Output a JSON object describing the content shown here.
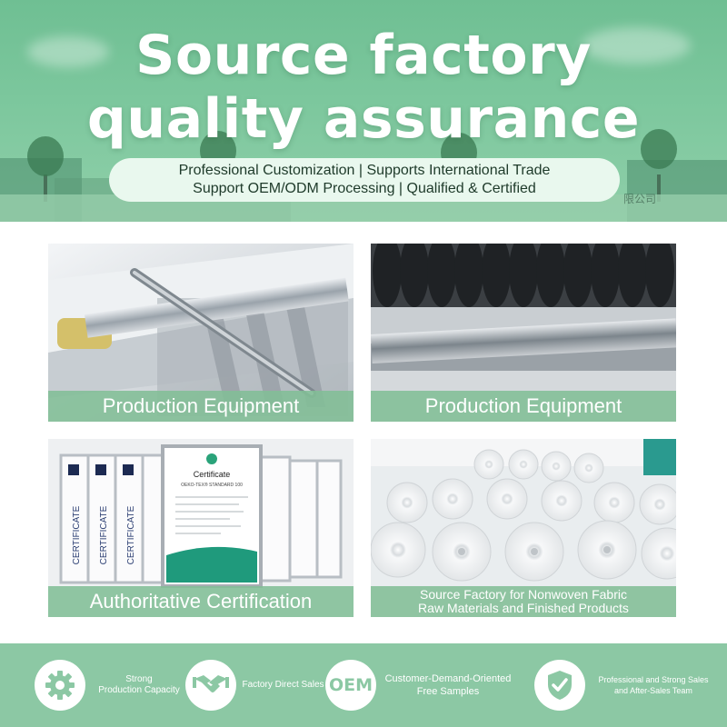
{
  "hero": {
    "title_line1": "Source factory",
    "title_line2": "quality assurance",
    "tagline_line1": "Professional Customization | Supports International Trade",
    "tagline_line2": "Support OEM/ODM Processing | Qualified & Certified",
    "background_sign": "限公司"
  },
  "tiles": [
    {
      "caption": "Production Equipment"
    },
    {
      "caption": "Production Equipment"
    },
    {
      "caption": "Authoritative Certification",
      "certificate_title": "Certificate",
      "certificate_subtitle": "OEKO-TEX® STANDARD 100",
      "vertical_label": "CERTIFICATE"
    },
    {
      "caption_line1": "Source Factory for Nonwoven Fabric",
      "caption_line2": "Raw Materials and Finished Products"
    }
  ],
  "features": [
    {
      "icon": "gear-icon",
      "label_line1": "Strong",
      "label_line2": "Production Capacity"
    },
    {
      "icon": "handshake-icon",
      "label_line1": "Factory Direct Sales",
      "label_line2": ""
    },
    {
      "icon": "oem-badge-icon",
      "icon_text": "OEM",
      "label_line1": "Customer-Demand-Oriented",
      "label_line2": "Free Samples"
    },
    {
      "icon": "shield-check-icon",
      "label_line1": "Professional and Strong Sales",
      "label_line2": "and After-Sales Team"
    }
  ],
  "colors": {
    "accent_green": "#8cc8a4",
    "hero_green": "#7cc79d",
    "pill_bg": "#e9f8ee"
  }
}
